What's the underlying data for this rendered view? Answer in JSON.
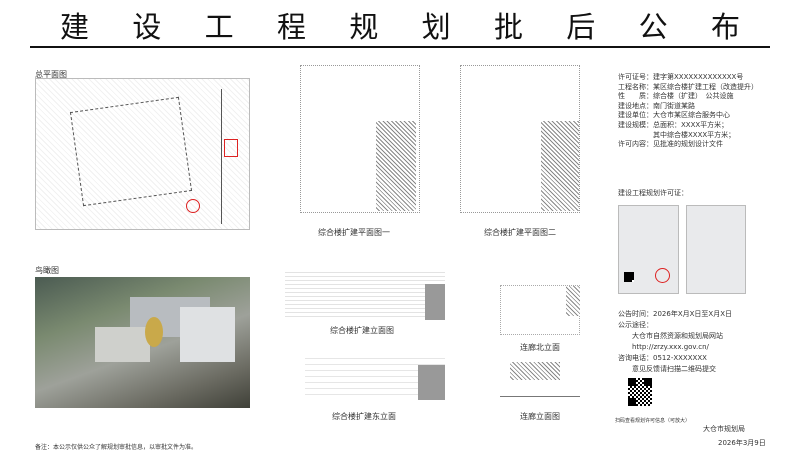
{
  "title_chars": [
    "建",
    "设",
    "工",
    "程",
    "规",
    "划",
    "批",
    "后",
    "公",
    "布"
  ],
  "left": {
    "site_plan_label": "总平面图",
    "aerial_label": "鸟瞰图"
  },
  "middle": {
    "plan1_label": "综合楼扩建平面图一",
    "plan2_label": "综合楼扩建平面图二",
    "elev1_label": "综合楼扩建立面图",
    "elev2_label": "综合楼扩建东立面",
    "elev3_label": "连廊北立面",
    "elev4_label": "连廊立面图"
  },
  "info": {
    "lines": [
      "许可证号：建字第XXXXXXXXXXXXX号",
      "工程名称：某区综合楼扩建工程（改造提升）",
      "性　　质：综合楼（扩建）　公共设施",
      "建设地点：南门街道某路",
      "建设单位：大仓市某区综合服务中心",
      "建设规模：总面积：XXXX平方米；",
      "　　　　　其中综合楼XXXX平方米；",
      "许可内容：见批准的规划设计文件"
    ],
    "permit_heading": "建设工程规划许可证：",
    "publicity_lines": [
      "公告时间：2026年X月X日至X月X日",
      "公示途径：",
      "　　大仓市自然资源和规划局网站",
      "　　http://zrzy.xxx.gov.cn/",
      "咨询电话：0512-XXXXXXX",
      "　　意见反馈请扫描二维码提交"
    ],
    "qr_note": "扫码查看规划许可信息（可放大）",
    "issuer": "大仓市规划局",
    "date": "2026年3月9日"
  },
  "footnote": "备注：本公示仅供公众了解规划审批信息，以审批文件为准。"
}
